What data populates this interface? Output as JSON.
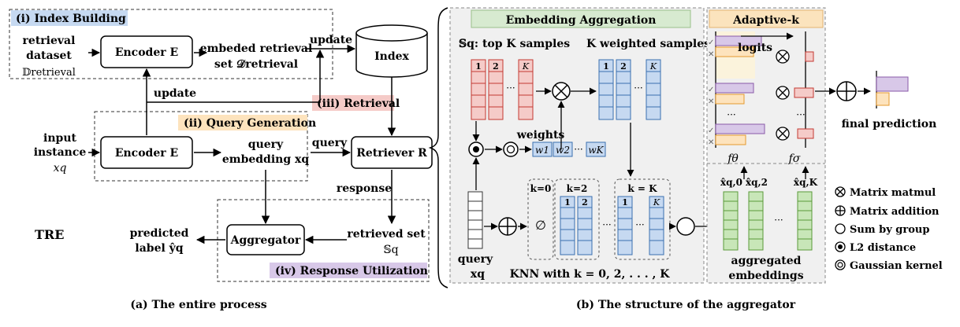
{
  "left": {
    "sections": {
      "index_building": "(i) Index Building",
      "query_generation": "(ii) Query Generation",
      "retrieval": "(iii) Retrieval",
      "response_utilization": "(iv) Response Utilization"
    },
    "retrieval_dataset": [
      "retrieval",
      "dataset",
      "𝔻retrieval"
    ],
    "encoder_top": "Encoder E",
    "embedded_set": [
      "embeded retrieval",
      "set 𝒟retrieval"
    ],
    "update_top": "update",
    "update_mid": "update",
    "index": "Index",
    "input_instance": [
      "input",
      "instance",
      "xq"
    ],
    "encoder_bottom": "Encoder E",
    "query_embedding": [
      "query",
      "embedding 𝐱q"
    ],
    "query_arrow": "query",
    "retriever": "Retriever R",
    "response": "response",
    "retrieved_set": [
      "retrieved set",
      "𝕊q"
    ],
    "aggregator": "Aggregator",
    "predicted_label": [
      "predicted",
      "label ŷq"
    ],
    "tre": "TRE",
    "caption": "(a) The entire process"
  },
  "right": {
    "embedding_aggregation": "Embedding Aggregation",
    "top_k": "𝕊q: top K samples",
    "weighted": "K weighted samples",
    "col_1": "1",
    "col_2": "2",
    "col_k": "K",
    "dots": "···",
    "weights": "weights",
    "w1": "w1",
    "w2": "w2",
    "wk": "wK",
    "query_vec": [
      "query",
      "𝐱q"
    ],
    "empty_set": "∅",
    "k0": "k=0",
    "k2": "k=2",
    "kK": "k = K",
    "knn": "KNN with k = 0, 2, . . . , K",
    "adaptive_k": "Adaptive-k",
    "logits": "logits",
    "f_theta": "fθ",
    "f_sigma": "fσ",
    "final_prediction": "final prediction",
    "agg_cols": [
      "x̂q,0",
      "x̂q,2",
      "x̂q,K"
    ],
    "aggregated": [
      "aggregated",
      "embeddings"
    ],
    "caption": "(b) The structure of the aggregator"
  },
  "legend": [
    {
      "symbol": "⊗",
      "label": "Matrix matmul"
    },
    {
      "symbol": "⊕",
      "label": "Matrix addition"
    },
    {
      "symbol": "○",
      "label": "Sum by group"
    },
    {
      "symbol": "⊙",
      "label": "L2 distance"
    },
    {
      "symbol": "◎",
      "label": "Gaussian kernel"
    }
  ],
  "colors": {
    "red_fill": "#f5cbc8",
    "red_stroke": "#c43a32",
    "blue_fill": "#c6d9f1",
    "blue_stroke": "#3a6fb0",
    "green_fill": "#c8e6b8",
    "green_stroke": "#5a9a3a",
    "purple_fill": "#d8c8e8",
    "purple_stroke": "#8a5aa8",
    "orange_fill": "#fde3bd",
    "orange_stroke": "#e59a2e",
    "index_tag": "#c6d9f1",
    "query_tag": "#fde3bd",
    "retrieval_tag": "#f5cbc8",
    "response_tag": "#d8c8e8",
    "emb_header": "#d7ead0",
    "adapt_header": "#fbe3bd",
    "panel_bg": "#f0f0f0"
  }
}
